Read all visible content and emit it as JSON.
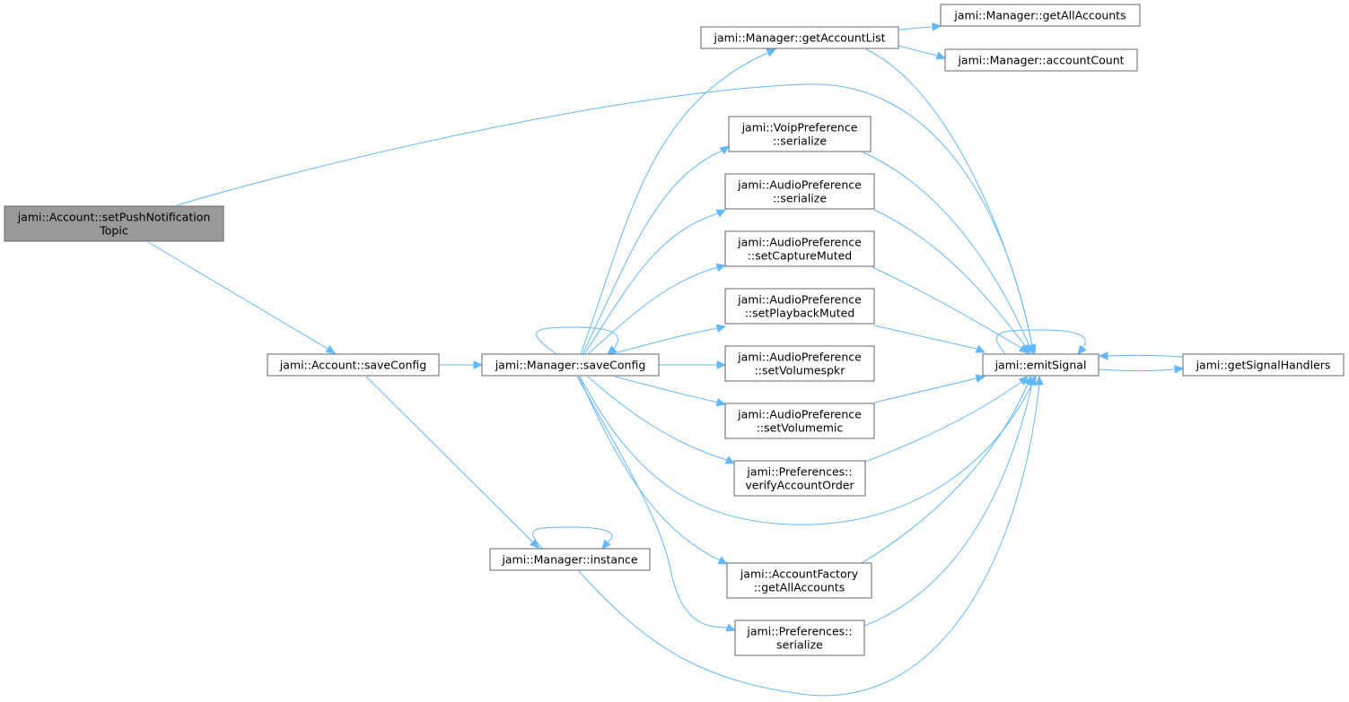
{
  "colors": {
    "edge": "#63b8ff",
    "node_border": "#666666",
    "root_fill": "#999999",
    "node_fill": "#ffffff"
  },
  "nodes": {
    "setpush": {
      "lines": [
        "jami::Account::setPushNotification",
        "Topic"
      ]
    },
    "acc_saveconfig": {
      "lines": [
        "jami::Account::saveConfig"
      ]
    },
    "mgr_saveconfig": {
      "lines": [
        "jami::Manager::saveConfig"
      ]
    },
    "mgr_instance": {
      "lines": [
        "jami::Manager::instance"
      ]
    },
    "getaccountlist": {
      "lines": [
        "jami::Manager::getAccountList"
      ]
    },
    "getallaccounts": {
      "lines": [
        "jami::Manager::getAllAccounts"
      ]
    },
    "accountcount": {
      "lines": [
        "jami::Manager::accountCount"
      ]
    },
    "voip_serialize": {
      "lines": [
        "jami::VoipPreference",
        "::serialize"
      ]
    },
    "audio_serialize": {
      "lines": [
        "jami::AudioPreference",
        "::serialize"
      ]
    },
    "audio_capture": {
      "lines": [
        "jami::AudioPreference",
        "::setCaptureMuted"
      ]
    },
    "audio_playback": {
      "lines": [
        "jami::AudioPreference",
        "::setPlaybackMuted"
      ]
    },
    "audio_spkr": {
      "lines": [
        "jami::AudioPreference",
        "::setVolumespkr"
      ]
    },
    "audio_mic": {
      "lines": [
        "jami::AudioPreference",
        "::setVolumemic"
      ]
    },
    "pref_verify": {
      "lines": [
        "jami::Preferences::",
        "verifyAccountOrder"
      ]
    },
    "factory_all": {
      "lines": [
        "jami::AccountFactory",
        "::getAllAccounts"
      ]
    },
    "pref_serialize": {
      "lines": [
        "jami::Preferences::",
        "serialize"
      ]
    },
    "emitsignal": {
      "lines": [
        "jami::emitSignal"
      ]
    },
    "gethandlers": {
      "lines": [
        "jami::getSignalHandlers"
      ]
    }
  },
  "edges": [
    [
      "setpush",
      "acc_saveconfig"
    ],
    [
      "setpush",
      "emitsignal"
    ],
    [
      "acc_saveconfig",
      "mgr_saveconfig"
    ],
    [
      "acc_saveconfig",
      "mgr_instance"
    ],
    [
      "mgr_saveconfig",
      "mgr_saveconfig"
    ],
    [
      "mgr_saveconfig",
      "getaccountlist"
    ],
    [
      "mgr_saveconfig",
      "voip_serialize"
    ],
    [
      "mgr_saveconfig",
      "audio_serialize"
    ],
    [
      "mgr_saveconfig",
      "audio_capture"
    ],
    [
      "mgr_saveconfig",
      "audio_playback"
    ],
    [
      "mgr_saveconfig",
      "audio_spkr"
    ],
    [
      "mgr_saveconfig",
      "audio_mic"
    ],
    [
      "mgr_saveconfig",
      "pref_verify"
    ],
    [
      "mgr_saveconfig",
      "factory_all"
    ],
    [
      "mgr_saveconfig",
      "pref_serialize"
    ],
    [
      "mgr_saveconfig",
      "emitsignal"
    ],
    [
      "mgr_instance",
      "mgr_instance"
    ],
    [
      "mgr_instance",
      "emitsignal"
    ],
    [
      "getaccountlist",
      "getallaccounts"
    ],
    [
      "getaccountlist",
      "accountcount"
    ],
    [
      "getaccountlist",
      "emitsignal"
    ],
    [
      "voip_serialize",
      "emitsignal"
    ],
    [
      "audio_serialize",
      "emitsignal"
    ],
    [
      "audio_capture",
      "emitsignal"
    ],
    [
      "audio_playback",
      "emitsignal"
    ],
    [
      "audio_mic",
      "emitsignal"
    ],
    [
      "pref_verify",
      "emitsignal"
    ],
    [
      "factory_all",
      "emitsignal"
    ],
    [
      "pref_serialize",
      "emitsignal"
    ],
    [
      "emitsignal",
      "emitsignal"
    ],
    [
      "emitsignal",
      "gethandlers"
    ],
    [
      "gethandlers",
      "emitsignal"
    ]
  ]
}
